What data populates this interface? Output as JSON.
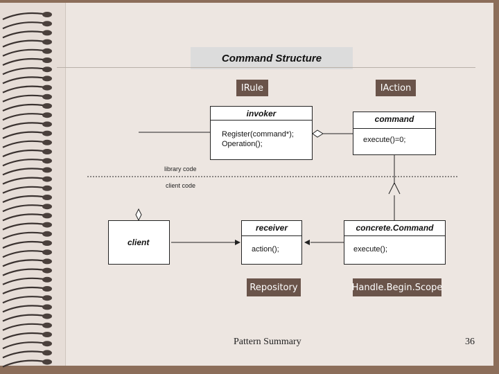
{
  "slide": {
    "title": "Command Structure",
    "footer": "Pattern Summary",
    "page_number": "36"
  },
  "tags": {
    "irule": "IRule",
    "iaction": "IAction",
    "repository": "Repository",
    "handle": "Handle.Begin.Scope"
  },
  "divider": {
    "library": "library code",
    "client": "client code"
  },
  "classes": {
    "invoker": {
      "name": "invoker",
      "ops": [
        "Register(command*);",
        "Operation();"
      ]
    },
    "command": {
      "name": "command",
      "ops": [
        "execute()=0;"
      ]
    },
    "client": {
      "name": "client"
    },
    "receiver": {
      "name": "receiver",
      "ops": [
        "action();"
      ]
    },
    "concrete": {
      "name": "concrete.Command",
      "ops": [
        "execute();"
      ]
    }
  },
  "colors": {
    "frame": "#8c6e5a",
    "paper": "#ede6e1",
    "tag_fill": "#6a544a",
    "title_fill": "#dcdcdc"
  }
}
